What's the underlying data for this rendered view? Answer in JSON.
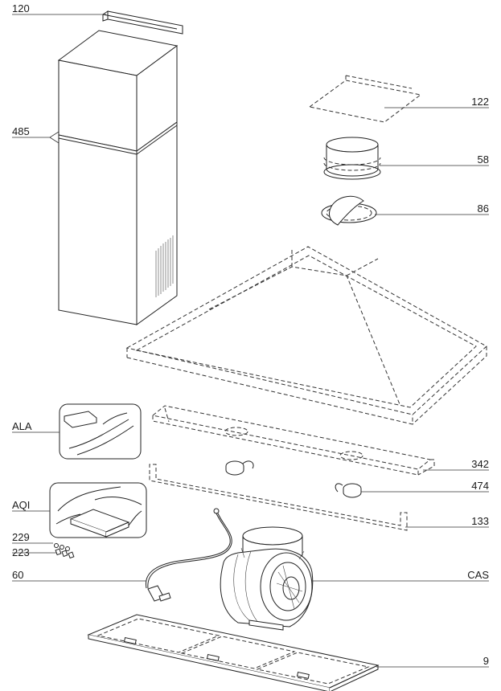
{
  "callouts": {
    "c120": "120",
    "c485": "485",
    "c122": "122",
    "c58": "58",
    "c86": "86",
    "cALA": "ALA",
    "c342": "342",
    "c474": "474",
    "cAQI": "AQI",
    "c133": "133",
    "c229": "229",
    "c223": "223",
    "c60": "60",
    "cCAS": "CAS",
    "c9": "9"
  }
}
